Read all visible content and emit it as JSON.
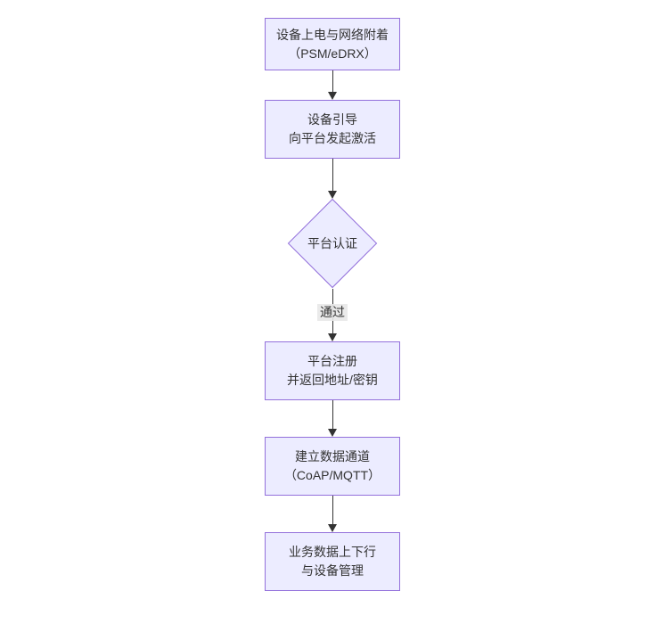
{
  "diagram": {
    "type": "flowchart",
    "direction": "top-down",
    "colors": {
      "node_fill": "#ECECFF",
      "node_border": "#9370DB",
      "edge_line": "#333333",
      "text": "#333333",
      "edge_label_bg": "#E8E8E8",
      "background": "#FFFFFF"
    },
    "nodes": [
      {
        "id": "A",
        "shape": "rect",
        "line1": "设备上电与网络附着",
        "line2": "（PSM/eDRX）"
      },
      {
        "id": "B",
        "shape": "rect",
        "line1": "设备引导",
        "line2": "向平台发起激活"
      },
      {
        "id": "C",
        "shape": "diamond",
        "line1": "平台认证",
        "line2": ""
      },
      {
        "id": "D",
        "shape": "rect",
        "line1": "平台注册",
        "line2": "并返回地址/密钥"
      },
      {
        "id": "E",
        "shape": "rect",
        "line1": "建立数据通道",
        "line2": "（CoAP/MQTT）"
      },
      {
        "id": "F",
        "shape": "rect",
        "line1": "业务数据上下行",
        "line2": "与设备管理"
      }
    ],
    "edges": [
      {
        "from": "A",
        "to": "B",
        "label": ""
      },
      {
        "from": "B",
        "to": "C",
        "label": ""
      },
      {
        "from": "C",
        "to": "D",
        "label": "通过"
      },
      {
        "from": "D",
        "to": "E",
        "label": ""
      },
      {
        "from": "E",
        "to": "F",
        "label": ""
      }
    ]
  }
}
